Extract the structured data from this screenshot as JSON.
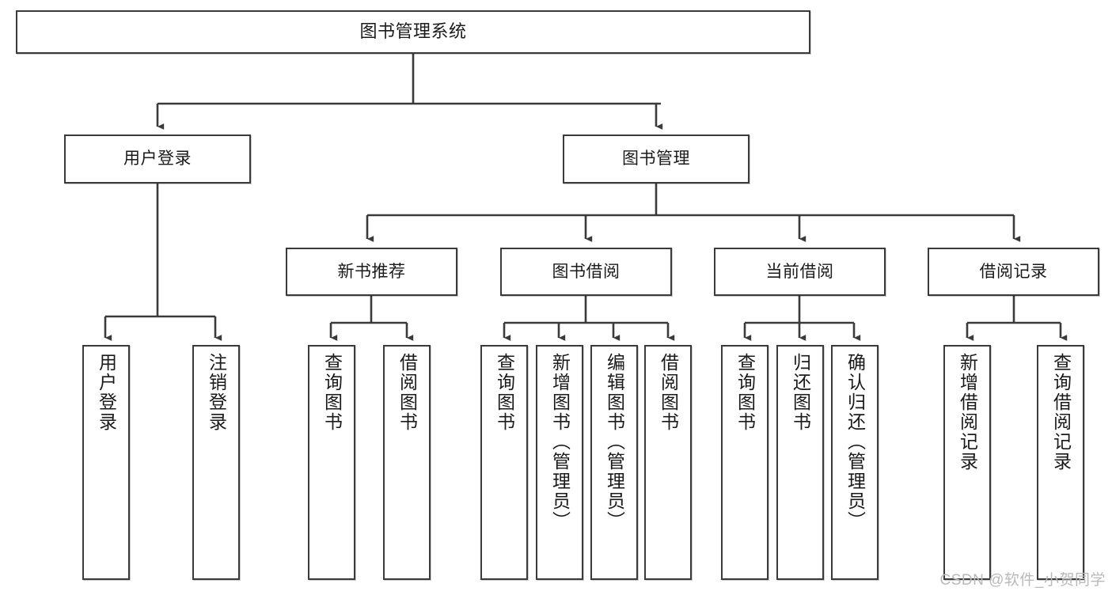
{
  "diagram": {
    "title": "图书管理系统",
    "type": "tree-hierarchy",
    "watermark": "CSDN @软件_小贺同学",
    "colors": {
      "stroke": "#3a3a3a",
      "fill": "#ffffff",
      "text": "#1a1a1a",
      "watermark": "#b9b9b9"
    }
  },
  "nodes": {
    "root": {
      "label": "图书管理系统"
    },
    "level2": [
      {
        "id": "user-login",
        "label": "用户登录"
      },
      {
        "id": "book-manage",
        "label": "图书管理"
      }
    ],
    "level3": [
      {
        "id": "new-book-recommend",
        "label": "新书推荐"
      },
      {
        "id": "book-borrow",
        "label": "图书借阅"
      },
      {
        "id": "current-borrow",
        "label": "当前借阅"
      },
      {
        "id": "borrow-record",
        "label": "借阅记录"
      }
    ],
    "leaves": [
      {
        "id": "leaf-user-login",
        "label": "用户登录",
        "parent": "user-login"
      },
      {
        "id": "leaf-logout-login",
        "label": "注销登录",
        "parent": "user-login"
      },
      {
        "id": "leaf-query-book-1",
        "label": "查询图书",
        "parent": "new-book-recommend"
      },
      {
        "id": "leaf-borrow-book-1",
        "label": "借阅图书",
        "parent": "new-book-recommend"
      },
      {
        "id": "leaf-query-book-2",
        "label": "查询图书",
        "parent": "book-borrow"
      },
      {
        "id": "leaf-add-book",
        "label": "新增图书（管理员）",
        "parent": "book-borrow"
      },
      {
        "id": "leaf-edit-book",
        "label": "编辑图书（管理员）",
        "parent": "book-borrow"
      },
      {
        "id": "leaf-borrow-book-2",
        "label": "借阅图书",
        "parent": "book-borrow"
      },
      {
        "id": "leaf-query-book-3",
        "label": "查询图书",
        "parent": "current-borrow"
      },
      {
        "id": "leaf-return-book",
        "label": "归还图书",
        "parent": "current-borrow"
      },
      {
        "id": "leaf-confirm-return",
        "label": "确认归还（管理员）",
        "parent": "current-borrow"
      },
      {
        "id": "leaf-add-record",
        "label": "新增借阅记录",
        "parent": "borrow-record"
      },
      {
        "id": "leaf-query-record",
        "label": "查询借阅记录",
        "parent": "borrow-record"
      }
    ]
  }
}
